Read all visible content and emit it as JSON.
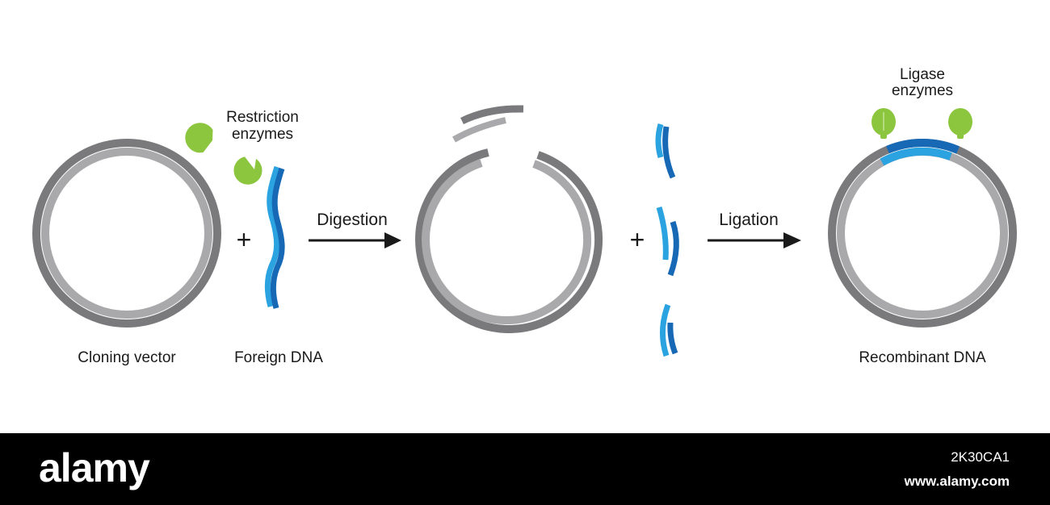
{
  "labels": {
    "cloning_vector": "Cloning vector",
    "foreign_dna": "Foreign DNA",
    "restriction_1": "Restriction",
    "restriction_2": "enzymes",
    "digestion": "Digestion",
    "ligation": "Ligation",
    "ligase_1": "Ligase",
    "ligase_2": "enzymes",
    "recombinant_dna": "Recombinant DNA",
    "plus": "+"
  },
  "colors": {
    "vector_dark": "#7a7a7c",
    "vector_light": "#a9a9ab",
    "dna_dark": "#1769b5",
    "dna_light": "#2aa3e0",
    "enzyme": "#8cc63f",
    "arrow": "#1a1a1a"
  },
  "watermark": {
    "logo": "alamy",
    "image_code": "2K30CA1",
    "site": "www.alamy.com"
  }
}
